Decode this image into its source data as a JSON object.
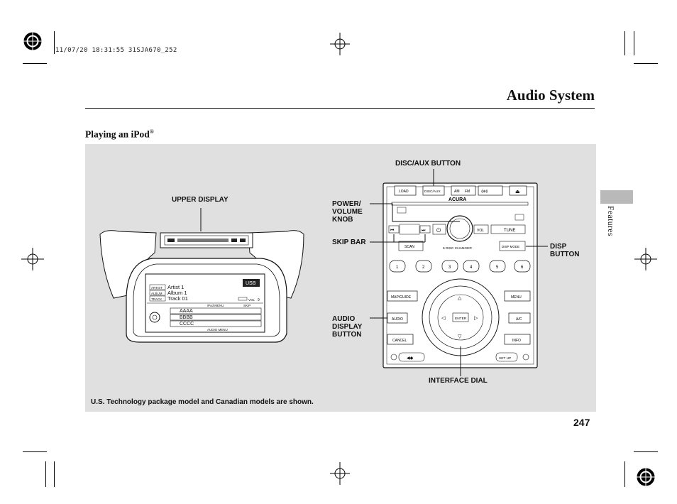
{
  "print_stamp": "11/07/20 18:31:55 31SJA670_252",
  "page_title": "Audio System",
  "section_title": "Playing an iPod",
  "section_mark": "®",
  "side_tab_label": "Features",
  "page_number": "247",
  "footnote": "U.S. Technology package model and Canadian models are shown.",
  "callouts": {
    "upper_display": "UPPER DISPLAY",
    "disc_aux": "DISC/AUX BUTTON",
    "power_volume": [
      "POWER/",
      "VOLUME",
      "KNOB"
    ],
    "skip_bar": "SKIP BAR",
    "disp_button": [
      "DISP",
      "BUTTON"
    ],
    "audio_display": [
      "AUDIO",
      "DISPLAY",
      "BUTTON"
    ],
    "interface_dial": "INTERFACE DIAL"
  },
  "lower_display": {
    "source": "USB",
    "artist_tag": "ARTIST",
    "album_tag": "ALBUM",
    "track_tag": "TRACK",
    "artist": "Artist 1",
    "album": "Album 1",
    "track": "Track 01",
    "ipod_menu": "iPod MENU",
    "skip": "SKIP",
    "vol": "VOL",
    "vol_value": "9",
    "list": [
      "AAAA",
      "BBBB",
      "CCCC"
    ],
    "audio_menu": "AUDIO MENU"
  },
  "unit": {
    "load": "LOAD",
    "disc_aux": "DISC/AUX",
    "am": "AM",
    "fm": "FM",
    "brand": "ACURA",
    "vol": "VOL",
    "tune": "TUNE",
    "scan": "SCAN",
    "changer": "6 DISC CHANGER",
    "disp_mode": "DISP MODE",
    "presets": [
      "1",
      "2",
      "3",
      "4",
      "5",
      "6"
    ],
    "map_guide": "MAP/GUIDE",
    "menu": "MENU",
    "audio": "AUDIO",
    "ac": "A/C",
    "cancel": "CANCEL",
    "info": "INFO",
    "setup": "SET UP",
    "enter": "ENTER"
  }
}
